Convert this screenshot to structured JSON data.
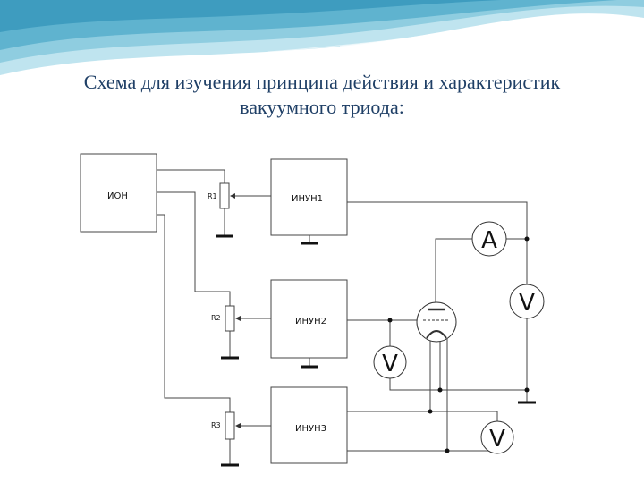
{
  "title": {
    "line1": "Схема для изучения принципа действия и характеристик",
    "line2": "вакуумного триода:"
  },
  "blocks": {
    "ion": "ИОН",
    "inun1": "ИНУН1",
    "inun2": "ИНУН2",
    "inun3": "ИНУН3"
  },
  "resistors": {
    "r1": "R1",
    "r2": "R2",
    "r3": "R3"
  },
  "meters": {
    "ammeter": "A",
    "voltmeter_anode": "V",
    "voltmeter_grid": "V",
    "voltmeter_filament": "V"
  },
  "colors": {
    "title": "#1f3f66",
    "wave_dark": "#5fb3cf",
    "wave_light": "#bfe4ef",
    "wire": "#444444"
  }
}
